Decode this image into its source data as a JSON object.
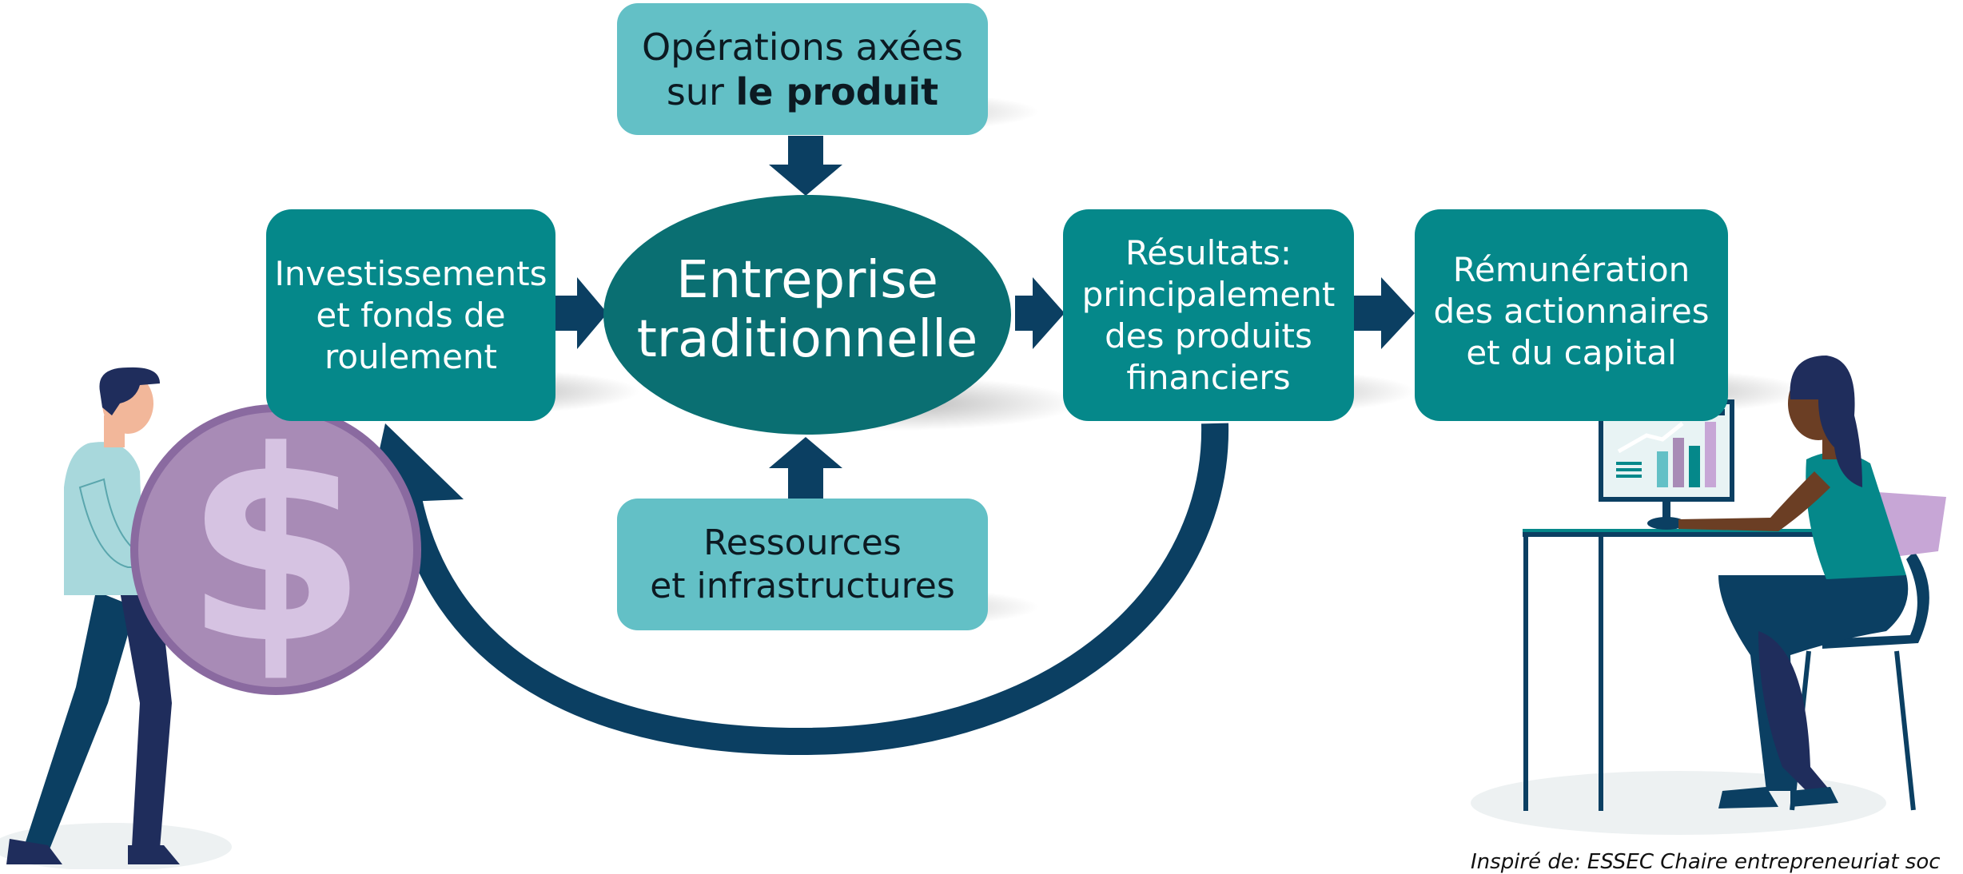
{
  "diagram": {
    "top_box": {
      "line1": "Opérations axées",
      "line2_prefix": "sur ",
      "line2_bold": "le produit"
    },
    "left_box": {
      "lines": [
        "Investissements",
        "et fonds de",
        "roulement"
      ]
    },
    "center": {
      "lines": [
        "Entreprise",
        "traditionnelle"
      ]
    },
    "bottom_box": {
      "lines": [
        "Ressources",
        "et infrastructures"
      ]
    },
    "results_box": {
      "lines": [
        "Résultats:",
        "principalement",
        "des produits",
        "financiers"
      ]
    },
    "remuneration_box": {
      "lines": [
        "Rémunération",
        "des actionnaires",
        "et du capital"
      ]
    },
    "credit": "Inspiré de: ESSEC Chaire entrepreneuriat soc"
  },
  "colors": {
    "dark_teal": "#05888a",
    "center_teal": "#0a6f72",
    "light_teal": "#63c0c6",
    "navy_arrow": "#0b3f62",
    "coin_purple": "#a88bb6"
  },
  "icons": [
    "dollar-coin-icon",
    "person-pushing-coin-icon",
    "woman-at-computer-icon",
    "bar-chart-screen-icon"
  ]
}
